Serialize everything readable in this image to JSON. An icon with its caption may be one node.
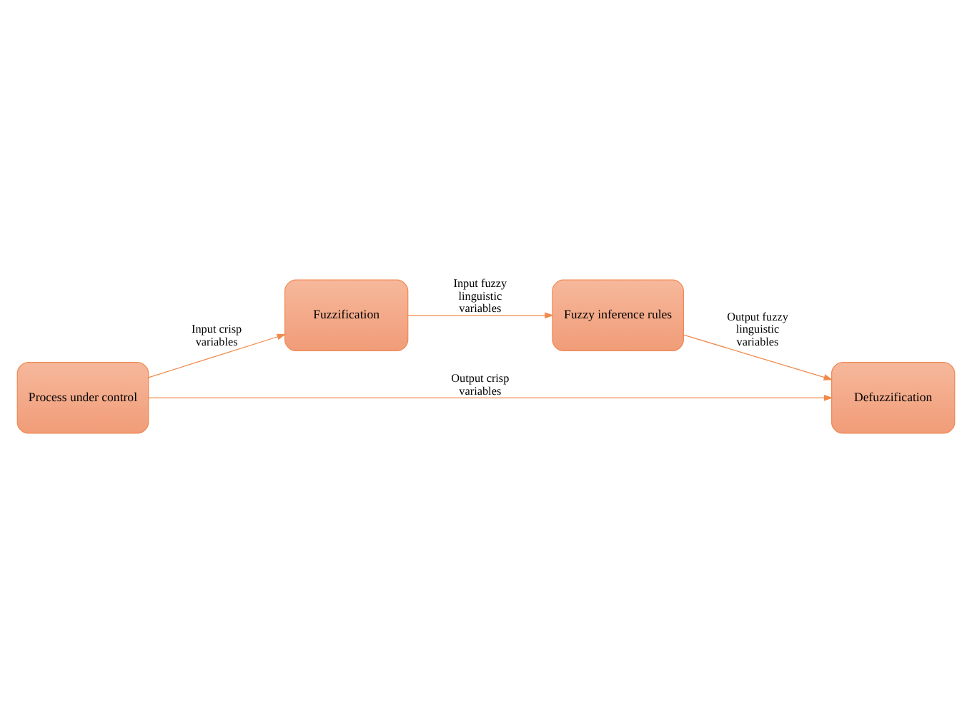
{
  "diagram": {
    "nodes": [
      {
        "text": [
          "Fuzzy inference rules"
        ]
      },
      {
        "text": [
          "Fuzzification"
        ]
      },
      {
        "text": [
          "Defuzzification"
        ]
      },
      {
        "text": [
          "Process under control"
        ]
      }
    ],
    "edges": [
      {
        "from": 3,
        "to": 1,
        "arrow": "to",
        "label": "Input crisp variables"
      },
      {
        "from": 1,
        "to": 0,
        "arrow": "to",
        "label": "Input fuzzy linguistic variables"
      },
      {
        "from": 0,
        "to": 2,
        "arrow": "to",
        "label": "Output fuzzy linguistic variables"
      },
      {
        "from": 3,
        "to": 2,
        "arrow": "to",
        "label": "Output crisp variables"
      }
    ]
  }
}
